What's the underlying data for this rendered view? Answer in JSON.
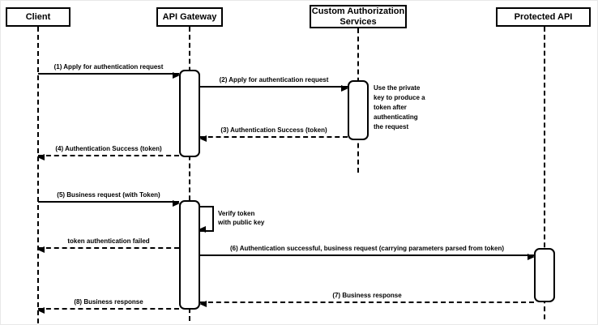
{
  "diagram": {
    "type": "uml-sequence-diagram",
    "colors": {
      "line": "#000000",
      "fill": "#ffffff",
      "text": "#000000",
      "background": "#ffffff"
    },
    "participants": [
      {
        "id": "client",
        "label": "Client"
      },
      {
        "id": "api-gateway",
        "label": "API Gateway"
      },
      {
        "id": "custom-auth-services",
        "label": "Custom Authorization\nServices"
      },
      {
        "id": "protected-api",
        "label": "Protected API"
      }
    ],
    "messages": [
      {
        "num": "1",
        "label": "(1) Apply for authentication request",
        "from": "Client",
        "to": "API Gateway",
        "style": "solid"
      },
      {
        "num": "2",
        "label": "(2) Apply for authentication request",
        "from": "API Gateway",
        "to": "Custom Authorization Services",
        "style": "solid"
      },
      {
        "num": "3",
        "label": "(3) Authentication Success (token)",
        "from": "Custom Authorization Services",
        "to": "API Gateway",
        "style": "dashed"
      },
      {
        "num": "4",
        "label": "(4) Authentication Success (token)",
        "from": "API Gateway",
        "to": "Client",
        "style": "dashed"
      },
      {
        "num": "5",
        "label": "(5) Business request (with Token)",
        "from": "Client",
        "to": "API Gateway",
        "style": "solid"
      },
      {
        "num": "",
        "label": "Verify token\nwith public key",
        "from": "API Gateway",
        "to": "API Gateway",
        "style": "self"
      },
      {
        "num": "",
        "label": "token authentication failed",
        "from": "API Gateway",
        "to": "Client",
        "style": "dashed"
      },
      {
        "num": "6",
        "label": "(6) Authentication successful, business request (carrying parameters parsed from token)",
        "from": "API Gateway",
        "to": "Protected API",
        "style": "solid"
      },
      {
        "num": "7",
        "label": "(7) Business response",
        "from": "Protected API",
        "to": "API Gateway",
        "style": "dashed"
      },
      {
        "num": "8",
        "label": "(8) Business response",
        "from": "API Gateway",
        "to": "Client",
        "style": "dashed"
      }
    ],
    "note": "Use the private\nkey to produce a\ntoken after\nauthenticating\nthe request"
  }
}
